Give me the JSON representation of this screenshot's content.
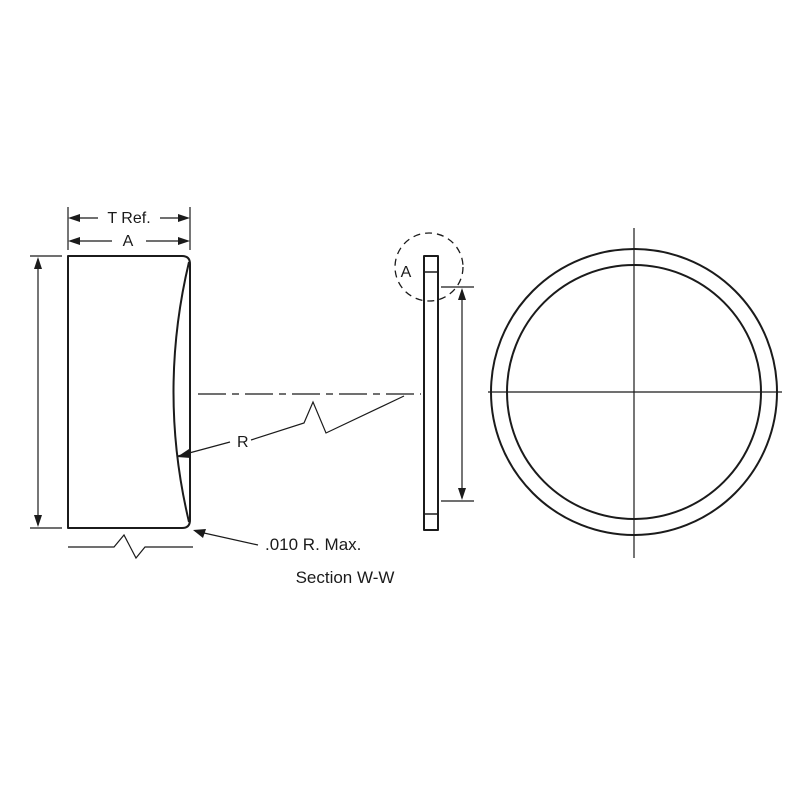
{
  "drawing": {
    "caption": "Section W-W",
    "labels": {
      "thickness_ref": "T Ref.",
      "width_a": "A",
      "radius": "R",
      "corner_radius_note": ".010 R. Max.",
      "detail_view": "A"
    },
    "colors": {
      "line": "#1b1b1b",
      "background": "#ffffff"
    }
  }
}
